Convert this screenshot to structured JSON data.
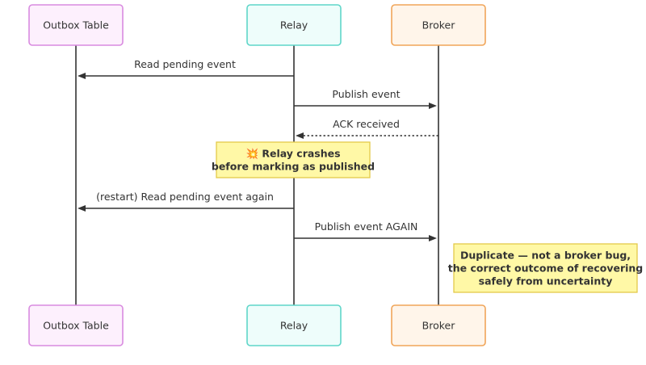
{
  "actors": [
    {
      "id": "outbox",
      "label": "Outbox Table",
      "fill": "#fdf0fd",
      "stroke": "#d98be0"
    },
    {
      "id": "relay",
      "label": "Relay",
      "fill": "#eefdfb",
      "stroke": "#5fd6c9"
    },
    {
      "id": "broker",
      "label": "Broker",
      "fill": "#fff5ea",
      "stroke": "#f0a559"
    }
  ],
  "messages": [
    {
      "from": "relay",
      "to": "outbox",
      "label": "Read pending event",
      "style": "solid"
    },
    {
      "from": "relay",
      "to": "broker",
      "label": "Publish event",
      "style": "solid"
    },
    {
      "from": "broker",
      "to": "relay",
      "label": "ACK received",
      "style": "dotted"
    },
    {
      "from": "relay",
      "to": "outbox",
      "label": "(restart) Read pending event again",
      "style": "solid"
    },
    {
      "from": "relay",
      "to": "broker",
      "label": "Publish event AGAIN",
      "style": "solid"
    }
  ],
  "notes": [
    {
      "over": "relay",
      "lines": [
        "💥 Relay crashes",
        "before marking as published"
      ]
    },
    {
      "right_of": "broker",
      "lines": [
        "Duplicate — not a broker bug,",
        "the correct outcome of recovering",
        "safely from uncertainty"
      ]
    }
  ],
  "colors": {
    "line": "#333333",
    "note_fill": "#fff8a6",
    "note_stroke": "#e3c94a"
  }
}
